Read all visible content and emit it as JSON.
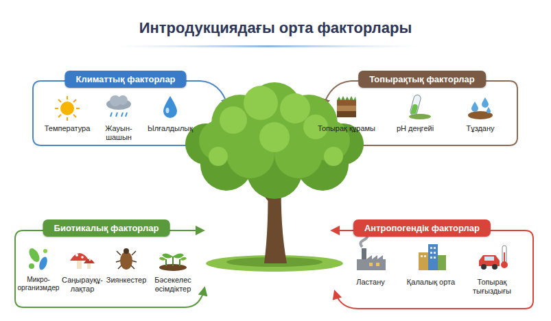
{
  "diagram": {
    "title": "Интродукциядағы орта факторлары",
    "nodes": [
      {
        "text": [
          "Климаттық факторлар",
          "Температура",
          "Жауын-шашын",
          "Ылғалдылық"
        ]
      },
      {
        "text": [
          "Топырақтық факторлар",
          "Топырақ құрамы",
          "pH деңгейі",
          "Тұздану"
        ]
      },
      {
        "text": [
          "Биотикалық факторлар",
          "Микро- организмдер",
          "Саңырауқұ- лақтар",
          "Зиянкестер",
          "Бәсекелес өсімдіктер"
        ]
      },
      {
        "text": [
          "Антропогендік факторлар",
          "Ластану",
          "Қалалық орта",
          "Топырақ тығыздығы"
        ]
      }
    ]
  }
}
